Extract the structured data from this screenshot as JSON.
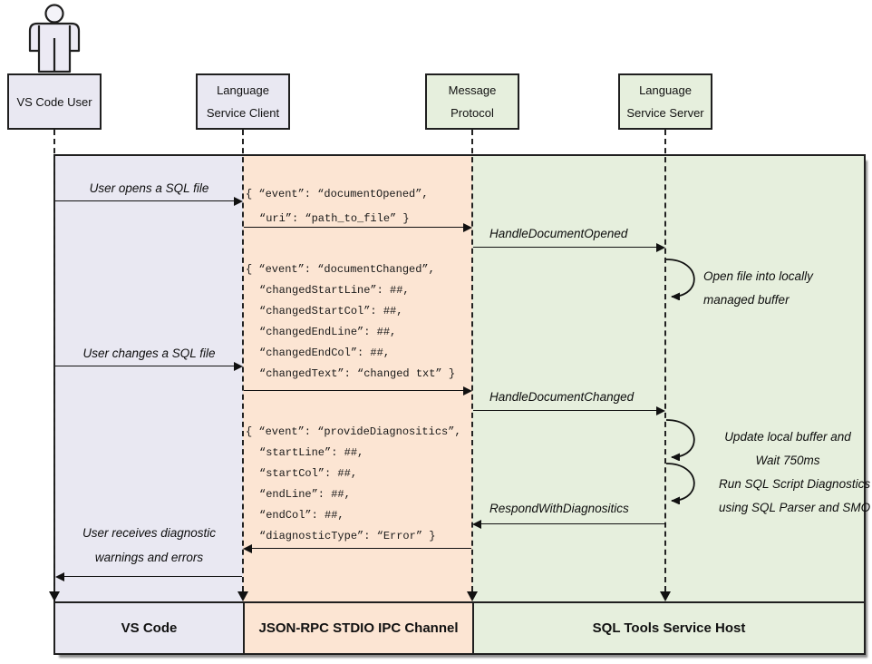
{
  "colors": {
    "lavender": "#e9e8f2",
    "peach": "#fce5d3",
    "green": "#e6efdd",
    "border": "#1f1f1f"
  },
  "actors": {
    "user": {
      "line1": "VS Code User"
    },
    "client": {
      "line1": "Language",
      "line2": "Service Client"
    },
    "protocol": {
      "line1": "Message",
      "line2": "Protocol"
    },
    "server": {
      "line1": "Language",
      "line2": "Service Server"
    }
  },
  "lanes": {
    "vscode": "VS Code",
    "ipc": "JSON-RPC STDIO IPC Channel",
    "host": "SQL Tools Service Host"
  },
  "messages": {
    "user_opens": "User opens a SQL file",
    "user_changes": "User changes a SQL file",
    "user_receives_1": "User receives diagnostic",
    "user_receives_2": "warnings and errors",
    "handle_opened": "HandleDocumentOpened",
    "handle_changed": "HandleDocumentChanged",
    "respond": "RespondWithDiagnositics",
    "open_file_1": "Open file into locally",
    "open_file_2": "managed buffer",
    "update_1": "Update local buffer and",
    "update_2": "Wait 750ms",
    "run_1": "Run SQL Script Diagnostics",
    "run_2": "using SQL Parser and SMO"
  },
  "payloads": {
    "opened": {
      "l1": "{ “event”: “documentOpened”,",
      "l2": "“uri”: “path_to_file” }"
    },
    "changed": {
      "l1": "{ “event”: “documentChanged”,",
      "l2": "“changedStartLine”: ##,",
      "l3": "“changedStartCol”: ##,",
      "l4": "“changedEndLine”: ##,",
      "l5": "“changedEndCol”: ##,",
      "l6": "“changedText”: “changed txt” }"
    },
    "diagnostics": {
      "l1": "{ “event”: “provideDiagnositics”,",
      "l2": "“startLine”: ##,",
      "l3": "“startCol”: ##,",
      "l4": "“endLine”: ##,",
      "l5": "“endCol”: ##,",
      "l6": "“diagnosticType”: “Error” }"
    }
  }
}
